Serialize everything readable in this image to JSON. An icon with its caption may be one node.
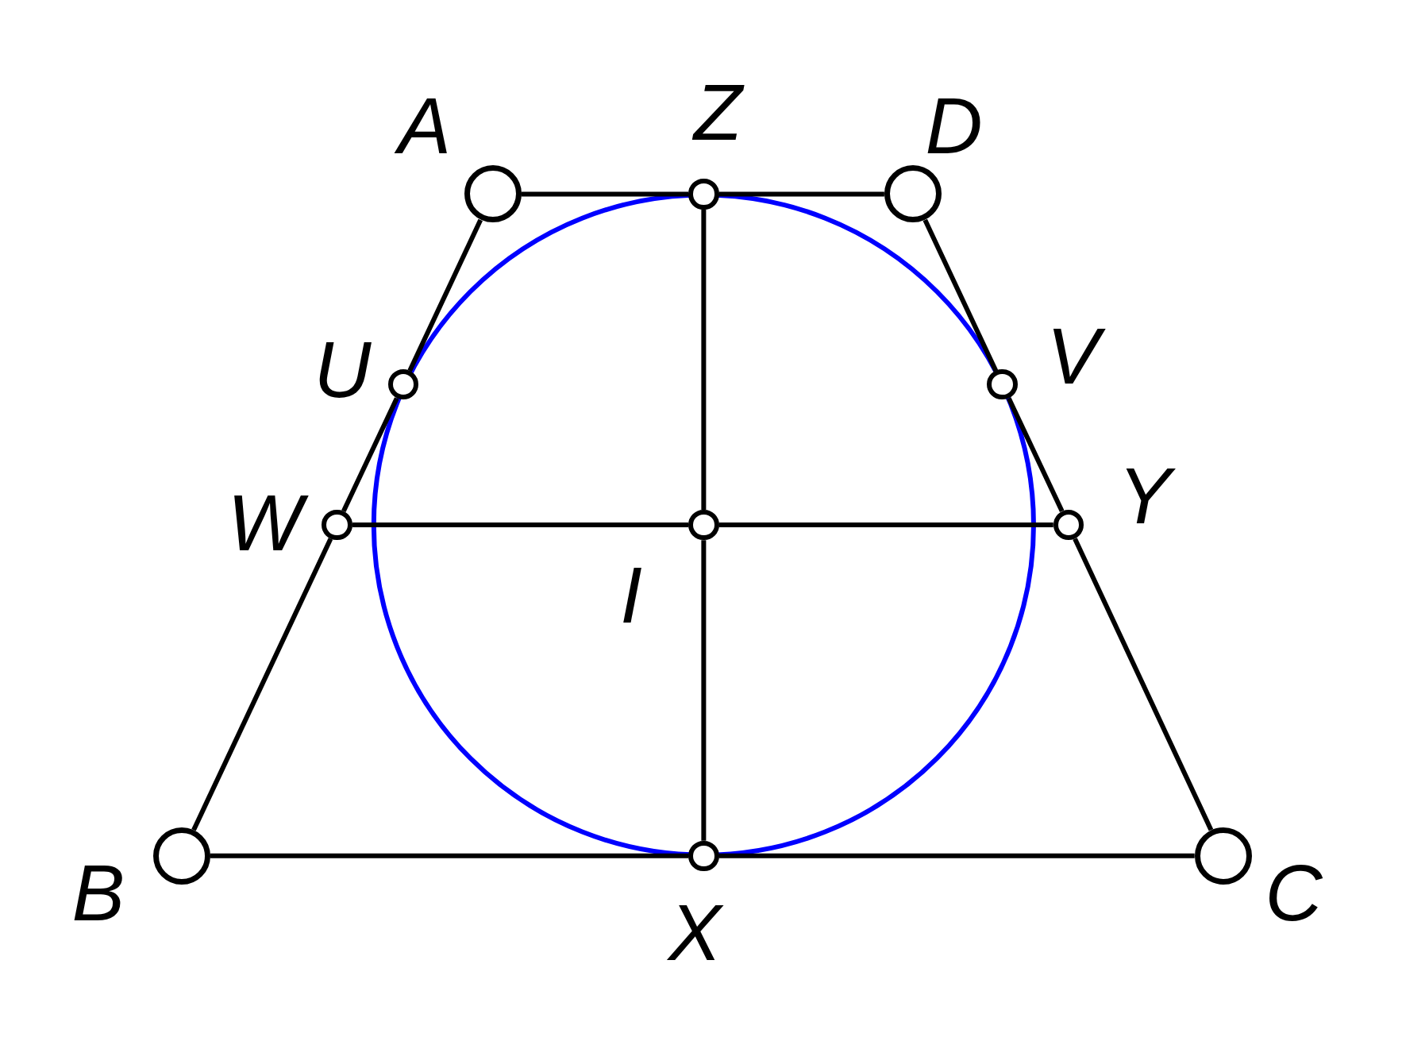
{
  "diagram": {
    "nodes": [
      {
        "text": [
          "A"
        ]
      },
      {
        "text": [
          "Z"
        ]
      },
      {
        "text": [
          "D"
        ]
      },
      {
        "text": [
          "U"
        ]
      },
      {
        "text": [
          "V"
        ]
      },
      {
        "text": [
          "W"
        ]
      },
      {
        "text": [
          "I"
        ]
      },
      {
        "text": [
          "Y"
        ]
      },
      {
        "text": [
          "B"
        ]
      },
      {
        "text": [
          "X"
        ]
      },
      {
        "text": [
          "C"
        ]
      }
    ],
    "edges": [
      {
        "from": 0,
        "to": 1,
        "arrow": "none"
      },
      {
        "from": 1,
        "to": 2,
        "arrow": "none"
      },
      {
        "from": 0,
        "to": 3,
        "arrow": "none"
      },
      {
        "from": 3,
        "to": 5,
        "arrow": "none"
      },
      {
        "from": 5,
        "to": 8,
        "arrow": "none"
      },
      {
        "from": 2,
        "to": 4,
        "arrow": "none"
      },
      {
        "from": 4,
        "to": 7,
        "arrow": "none"
      },
      {
        "from": 7,
        "to": 10,
        "arrow": "none"
      },
      {
        "from": 8,
        "to": 9,
        "arrow": "none"
      },
      {
        "from": 9,
        "to": 10,
        "arrow": "none"
      },
      {
        "from": 1,
        "to": 6,
        "arrow": "none"
      },
      {
        "from": 6,
        "to": 9,
        "arrow": "none"
      },
      {
        "from": 5,
        "to": 6,
        "arrow": "none"
      },
      {
        "from": 6,
        "to": 7,
        "arrow": "none"
      }
    ]
  }
}
